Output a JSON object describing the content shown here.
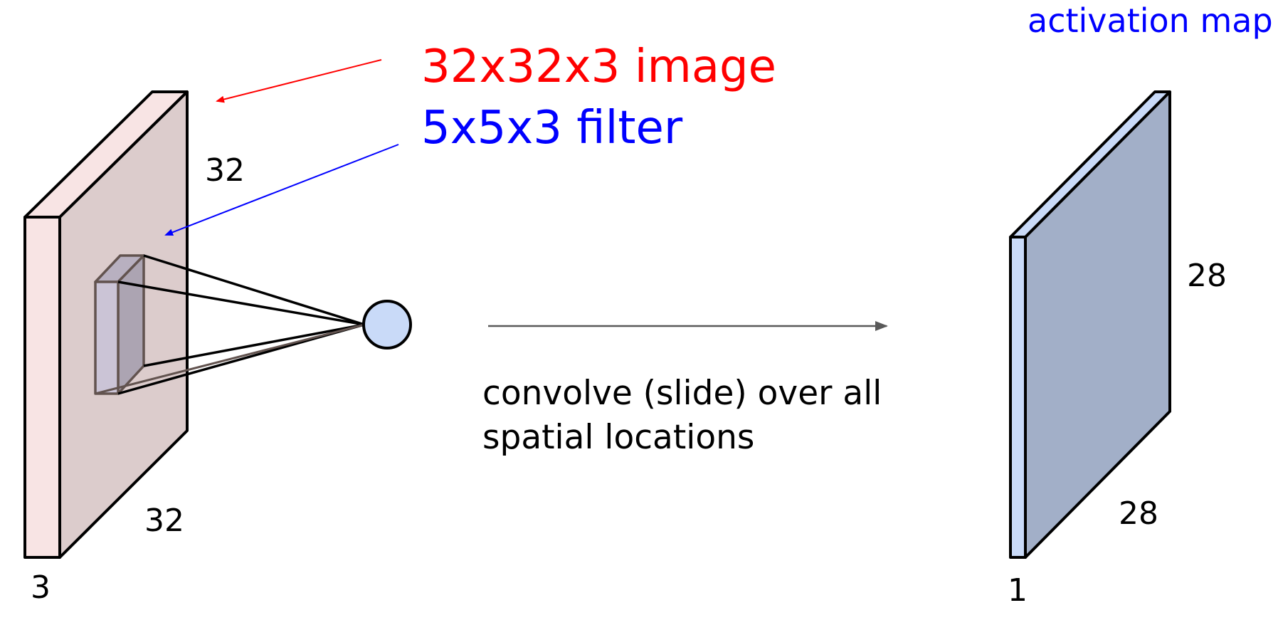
{
  "labels": {
    "image_label": "32x32x3 image",
    "filter_label": "5x5x3 filter",
    "activation_label": "activation map",
    "caption": "convolve (slide) over all spatial locations"
  },
  "input_volume": {
    "height": "32",
    "width": "32",
    "depth": "3"
  },
  "output_volume": {
    "height": "28",
    "width": "28",
    "depth": "1"
  },
  "colors": {
    "image_label": "#ff0000",
    "filter_label": "#0000ff",
    "activation_label": "#0000ff",
    "input_front": "#f8e4e4",
    "input_side": "#dccccc",
    "filter_front": "#cbc4d6",
    "filter_side": "#aca4b2",
    "neuron": "#c9daf8",
    "output_front": "#c9daf8",
    "output_side": "#a2afc8"
  }
}
